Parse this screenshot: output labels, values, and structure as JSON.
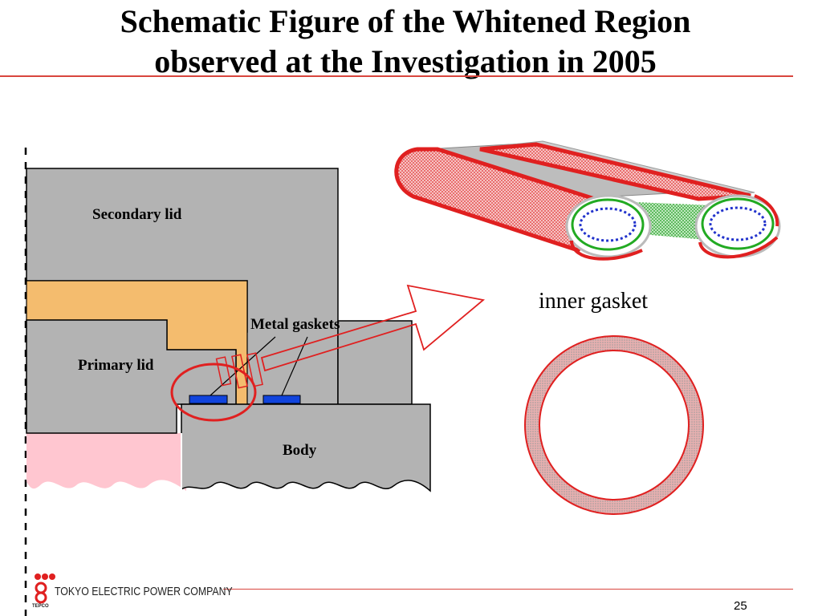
{
  "slide": {
    "title_line1": "Schematic Figure of the Whitened Region",
    "title_line2": "observed at the Investigation in 2005",
    "page_number": "25"
  },
  "cross_section": {
    "secondary_lid_label": "Secondary lid",
    "primary_lid_label": "Primary lid",
    "metal_gaskets_label": "Metal gaskets",
    "body_label": "Body"
  },
  "gasket_detail": {
    "inner_gasket_label": "inner gasket"
  },
  "footer": {
    "company_name": "TOKYO ELECTRIC POWER COMPANY",
    "company_short": "TEPCO"
  },
  "colors": {
    "accent_red": "#d9463e",
    "lid_gray": "#b3b3b3",
    "sheath_orange": "#f4bc6e",
    "body_pink": "#ffc6d0",
    "gasket_blue": "#1144dd",
    "whitened_green": "#22aa22"
  }
}
